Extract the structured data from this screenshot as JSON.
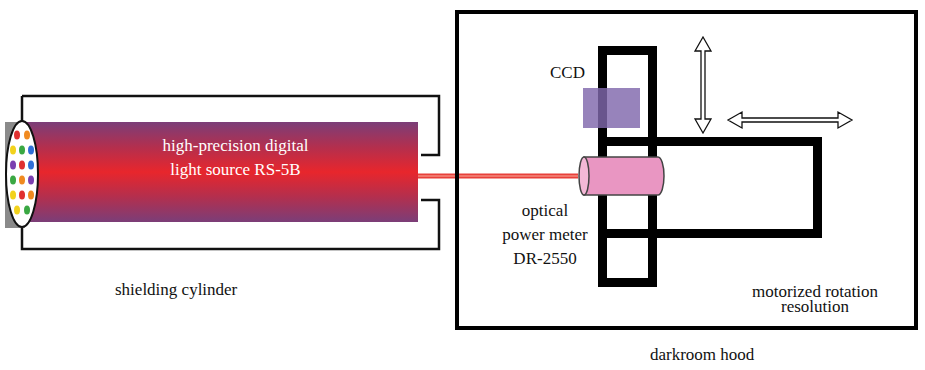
{
  "diagram": {
    "nodes": [
      {
        "text": [
          "shielding cylinder"
        ]
      },
      {
        "text": [
          "high-precision digital light source RS-5B"
        ],
        "in": 0
      },
      {
        "text": [
          "darkroom hood"
        ]
      },
      {
        "text": [
          "CCD"
        ],
        "in": 2
      },
      {
        "text": [
          "optical power meter DR-2550"
        ],
        "in": 2
      },
      {
        "text": [
          "motorized rotation resolution"
        ],
        "in": 2
      }
    ],
    "edges": [
      {
        "from": 1,
        "to": 4,
        "arrow": "none"
      }
    ]
  }
}
